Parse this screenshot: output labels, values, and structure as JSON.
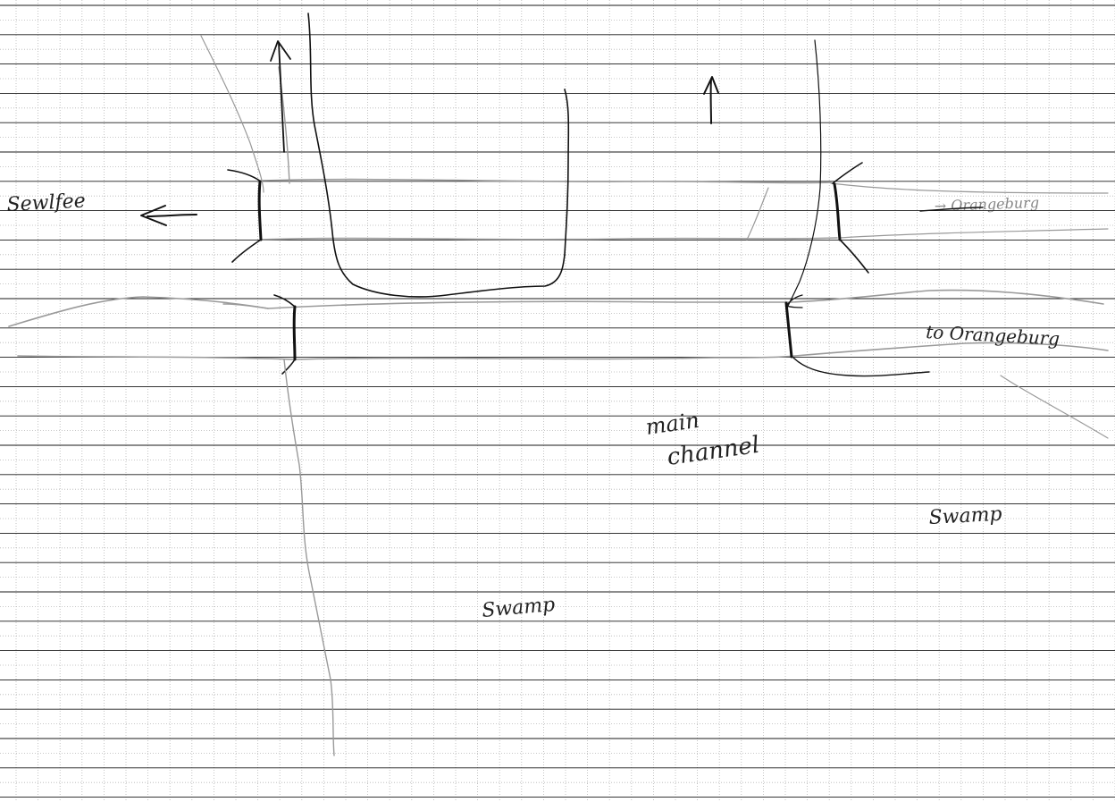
{
  "labels": {
    "left_destination": "Sewlfee",
    "right_top_destination": "→ Orangeburg",
    "right_bottom_destination": "to Orangeburg",
    "main_channel_line1": "main",
    "main_channel_line2": "channel",
    "swamp_right": "Swamp",
    "swamp_bottom": "Swamp"
  },
  "colors": {
    "grid": "#b5b5b5",
    "rule_line": "#1a1a1a",
    "ink": "#111111",
    "pencil": "#9a9a9a"
  }
}
